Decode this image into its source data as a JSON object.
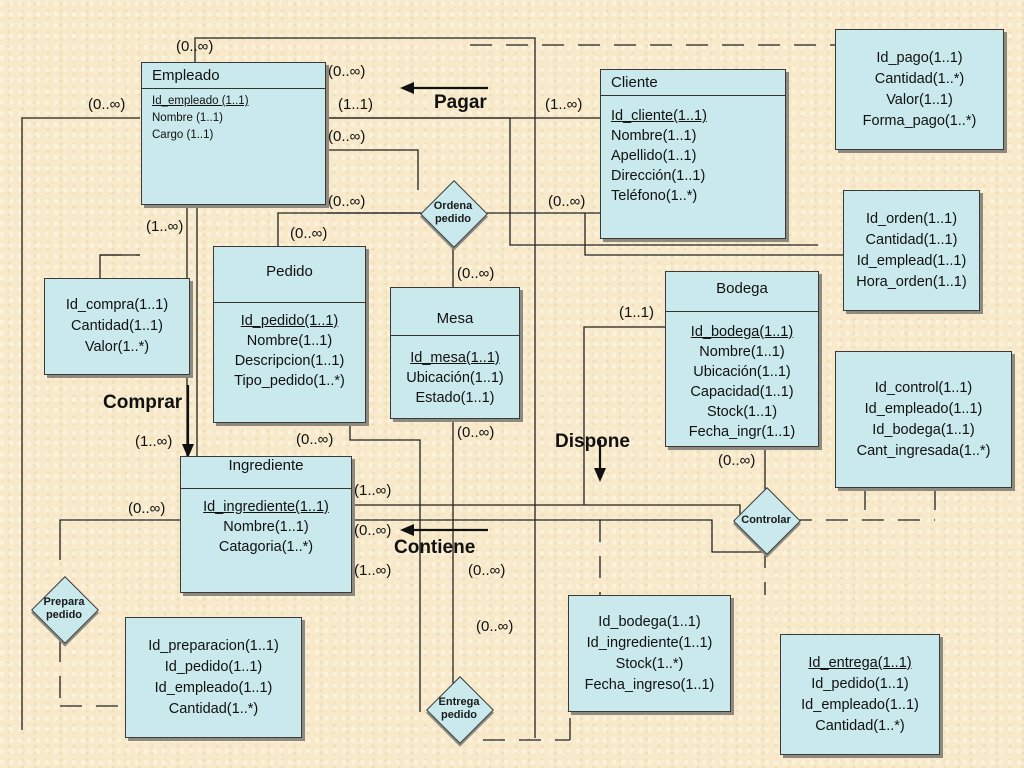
{
  "entities": {
    "empleado": {
      "title": "Empleado",
      "attrs": [
        "Id_empleado (1..1)",
        "Nombre (1..1)",
        "Cargo (1..1)"
      ]
    },
    "cliente": {
      "title": "Cliente",
      "attrs": [
        "Id_cliente(1..1)",
        "Nombre(1..1)",
        "Apellido(1..1)",
        "Dirección(1..1)",
        "Teléfono(1..*)"
      ]
    },
    "pedido": {
      "title": "Pedido",
      "attrs": [
        "Id_pedido(1..1)",
        "Nombre(1..1)",
        "Descripcion(1..1)",
        "Tipo_pedido(1..*)"
      ]
    },
    "mesa": {
      "title": "Mesa",
      "attrs": [
        "Id_mesa(1..1)",
        "Ubicación(1..1)",
        "Estado(1..1)"
      ]
    },
    "bodega": {
      "title": "Bodega",
      "attrs": [
        "Id_bodega(1..1)",
        "Nombre(1..1)",
        "Ubicación(1..1)",
        "Capacidad(1..1)",
        "Stock(1..1)",
        "Fecha_ingr(1..1)"
      ]
    },
    "ingrediente": {
      "title": "Ingrediente",
      "attrs": [
        "Id_ingrediente(1..1)",
        "Nombre(1..1)",
        "Catagoria(1..*)"
      ]
    }
  },
  "tables": {
    "pago": [
      "Id_pago(1..1)",
      "Cantidad(1..*)",
      "Valor(1..1)",
      "Forma_pago(1..*)"
    ],
    "orden": [
      "Id_orden(1..1)",
      "Cantidad(1..1)",
      "Id_emplead(1..1)",
      "Hora_orden(1..1)"
    ],
    "compra": [
      "Id_compra(1..1)",
      "Cantidad(1..1)",
      "Valor(1..*)"
    ],
    "control": [
      "Id_control(1..1)",
      "Id_empleado(1..1)",
      "Id_bodega(1..1)",
      "Cant_ingresada(1..*)"
    ],
    "stock": [
      "Id_bodega(1..1)",
      "Id_ingrediente(1..1)",
      "Stock(1..*)",
      "Fecha_ingreso(1..1)"
    ],
    "preparacion": [
      "Id_preparacion(1..1)",
      "Id_pedido(1..1)",
      "Id_empleado(1..1)",
      "Cantidad(1..*)"
    ],
    "entrega": [
      "Id_entrega(1..1)",
      "Id_pedido(1..1)",
      "Id_empleado(1..1)",
      "Cantidad(1..*)"
    ]
  },
  "diamonds": {
    "ordena": "Ordena\npedido",
    "controlar": "Controlar",
    "prepara": "Prepara\npedido",
    "entrega": "Entrega\npedido"
  },
  "relations": {
    "pagar": "Pagar",
    "comprar": "Comprar",
    "dispone": "Dispone",
    "contiene": "Contiene"
  },
  "cardinalities": {
    "c1": "(0..∞)",
    "c2": "(0..∞)",
    "c3": "(1..1)",
    "c4": "(0..∞)",
    "c5": "(1..∞)",
    "c6": "(0..∞)",
    "c7": "(0..∞)",
    "c8": "(0..∞)",
    "c9": "(1..∞)",
    "c10": "(0..∞)",
    "c11": "(0..∞)",
    "c12": "(1..1)",
    "c13": "(1..∞)",
    "c14": "(0..∞)",
    "c15": "(0..∞)",
    "c16": "(0..∞)",
    "c17": "(1..∞)",
    "c18": "(0..∞)",
    "c19": "(0..∞)",
    "c20": "(1..∞)",
    "c21": "(0..∞)",
    "c22": "(0..∞)"
  }
}
